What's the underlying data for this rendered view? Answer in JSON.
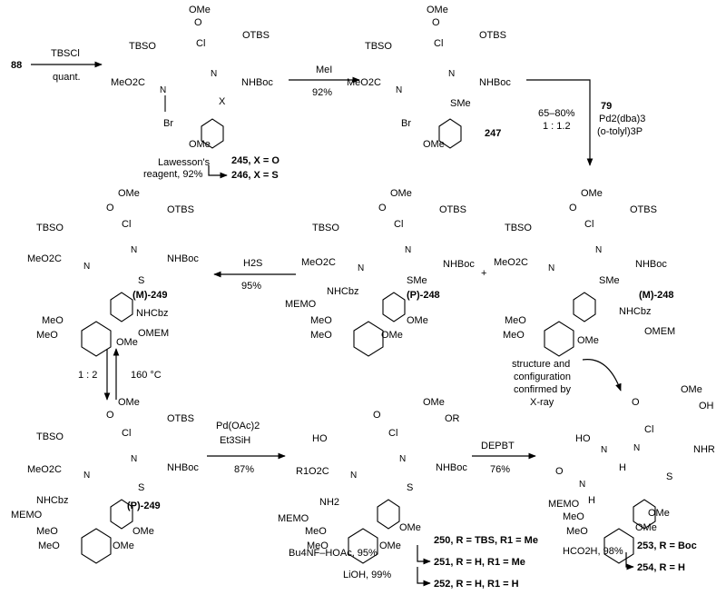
{
  "steps": {
    "s1": {
      "reagent": "TBSCl",
      "condition": "quant.",
      "start": "88"
    },
    "s2": {
      "reagent": "MeI",
      "yield": "92%"
    },
    "s3": {
      "line1": "65–80%",
      "line2": "1 : 1.2",
      "reagent_num": "79",
      "reagent_a": "Pd2(dba)3",
      "reagent_b": "(o-tolyl)3P"
    },
    "s4": {
      "reagent": "H2S",
      "yield": "95%"
    },
    "s5": {
      "ratio": "1 : 2",
      "temp": "160 °C"
    },
    "s6": {
      "reagent_a": "Pd(OAc)2",
      "reagent_b": "Et3SiH",
      "yield": "87%"
    },
    "s7": {
      "reagent": "DEPBT",
      "yield": "76%"
    },
    "lawesson": {
      "line1": "Lawesson's",
      "line2": "reagent, 92%"
    },
    "xray": {
      "line1": "structure and",
      "line2": "configuration",
      "line3": "confirmed by",
      "line4": "X-ray"
    },
    "deprot1": "Bu4NF–HOAc, 95%",
    "deprot2": "LiOH, 99%",
    "deprot3": "HCO2H, 98%"
  },
  "compounds": {
    "c245": "245, X = O",
    "c246": "246, X = S",
    "c247": "247",
    "P248": "(P)-248",
    "M248": "(M)-248",
    "M249": "(M)-249",
    "P249": "(P)-249",
    "c250": "250, R = TBS, R1 = Me",
    "c251": "251, R = H, R1 = Me",
    "c252": "252, R = H, R1 = H",
    "c253": "253, R = Boc",
    "c254": "254, R = H"
  },
  "groups": {
    "OMe": "OMe",
    "OTBS": "OTBS",
    "TBSO": "TBSO",
    "Cl": "Cl",
    "O": "O",
    "MeO2C": "MeO2C",
    "R1O2C": "R1O2C",
    "NH": "N",
    "H": "H",
    "X": "X",
    "NHBoc": "NHBoc",
    "NHR": "NHR",
    "SMe": "SMe",
    "S": "S",
    "Br": "Br",
    "NHCbz": "NHCbz",
    "MEMO": "MEMO",
    "OMEM": "OMEM",
    "MeO": "MeO",
    "HO": "HO",
    "OH": "OH",
    "OR": "OR",
    "NH2": "NH2",
    "plus": "+"
  }
}
